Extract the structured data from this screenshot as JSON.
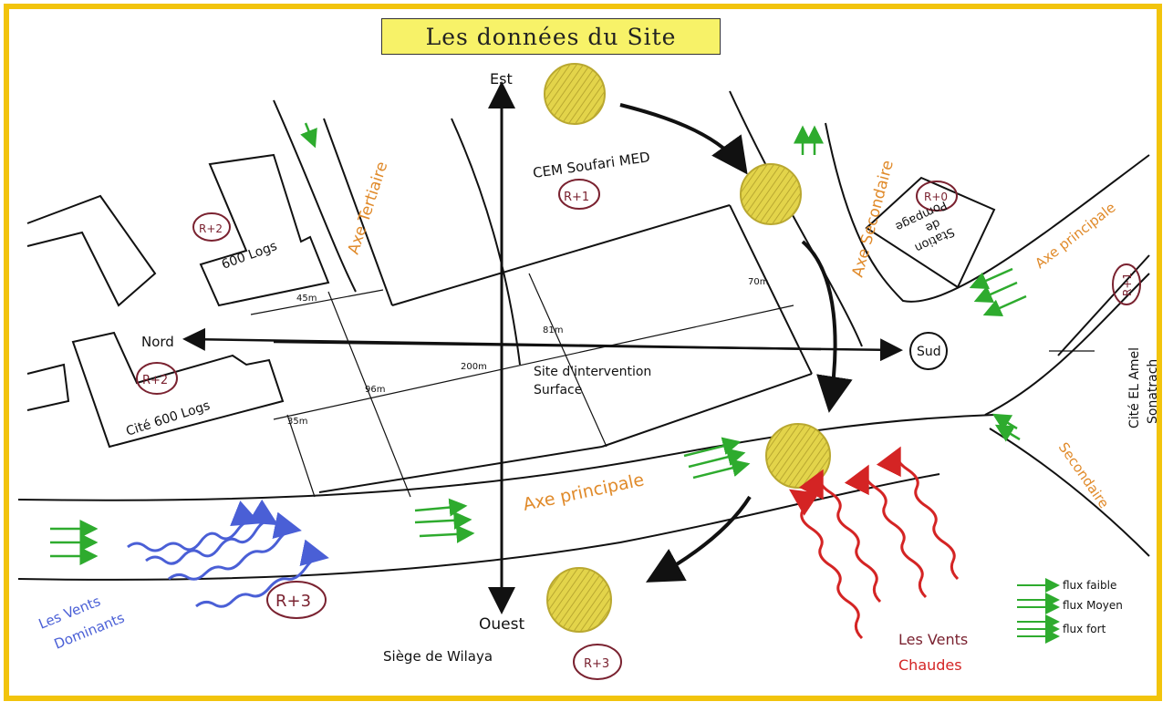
{
  "title": "Les données du Site",
  "colors": {
    "frame": "#f2c40c",
    "sun": "#d9c93a",
    "orange_text": "#e08a2a",
    "dark_red": "#7a2230",
    "wind_blue": "#4a5fd6",
    "wind_red": "#d42424",
    "flux_green": "#2eab2e",
    "ink": "#111111"
  },
  "directions": {
    "est": "Est",
    "ouest": "Ouest",
    "nord": "Nord",
    "sud": "Sud"
  },
  "buildings": {
    "cem_name": "CEM Soufari MED",
    "cem_height": "R+1",
    "logs_top_name": "600 Logs",
    "logs_top_height": "R+2",
    "cite_600_name": "Cité 600 Logs",
    "cite_600_height": "R+2",
    "station_line1": "Station",
    "station_line2": "de",
    "station_line3": "Pompage",
    "station_height": "R+0",
    "cite_amel_line1": "Cité EL Amel",
    "cite_amel_line2": "Sonatrach",
    "cite_amel_height": "R+1",
    "siege_name": "Siège de Wilaya",
    "siege_height": "R+3",
    "southwest_height": "R+3"
  },
  "roads": {
    "axe_tertiaire": "Axe Tertiaire",
    "axe_secondaire": "Axe Secondaire",
    "axe_principale_right": "Axe principale",
    "axe_principale_main": "Axe principale",
    "secondaire_right": "Secondaire"
  },
  "site": {
    "label_line1": "Site d'intervention",
    "label_line2": "Surface",
    "dim_45": "45m",
    "dim_70": "70m",
    "dim_81": "81m",
    "dim_200": "200m",
    "dim_96": "96m",
    "dim_35": "35m"
  },
  "winds": {
    "dominants_line1": "Les Vents",
    "dominants_line2": "Dominants",
    "chaudes_line1": "Les Vents",
    "chaudes_line2": "Chaudes"
  },
  "legend": {
    "faible": "flux faible",
    "moyen": "flux Moyen",
    "fort": "flux fort"
  }
}
